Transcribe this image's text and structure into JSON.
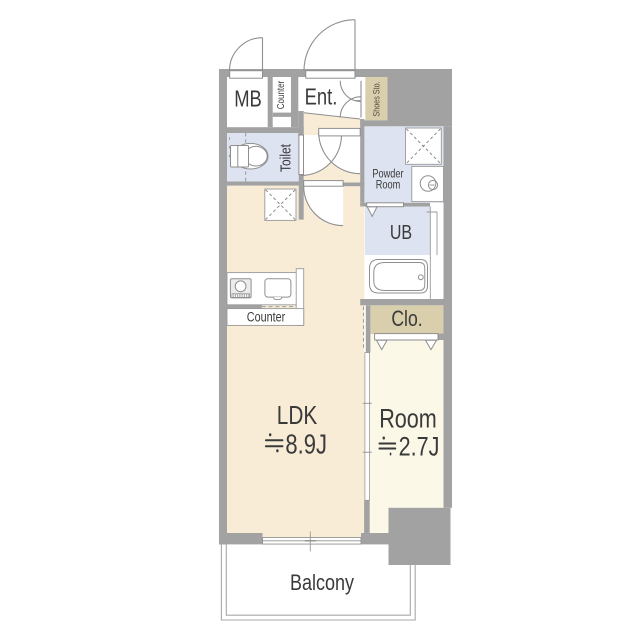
{
  "plan": {
    "type": "apartment-floor-plan",
    "rooms": {
      "meter_box": {
        "label": "MB"
      },
      "counter_nook": {
        "label": "Counter"
      },
      "entrance": {
        "label": "Ent."
      },
      "shoes_storage": {
        "label": "Shoes Sto."
      },
      "toilet": {
        "label": "Toilet"
      },
      "powder_room": {
        "label_line1": "Powder",
        "label_line2": "Room"
      },
      "unit_bath": {
        "label": "UB"
      },
      "closet": {
        "label": "Clo."
      },
      "ldk": {
        "label": "LDK",
        "area": "≒8.9J",
        "approx_symbol": "≒",
        "area_value": "8.9J"
      },
      "bedroom": {
        "label": "Room",
        "area": "≒2.7J",
        "approx_symbol": "≒",
        "area_value": "2.7J"
      },
      "balcony": {
        "label": "Balcony"
      },
      "kitchen_counter": {
        "label": "Counter"
      }
    },
    "colors": {
      "wall": "#a2a2a2",
      "floor_warm": "#f8ecd7",
      "floor_pale": "#fbf8e8",
      "floor_wet": "#dde3f0",
      "storage_tan": "#d9cfad",
      "line": "#8f8f8f",
      "text": "#3a3a3a"
    }
  }
}
